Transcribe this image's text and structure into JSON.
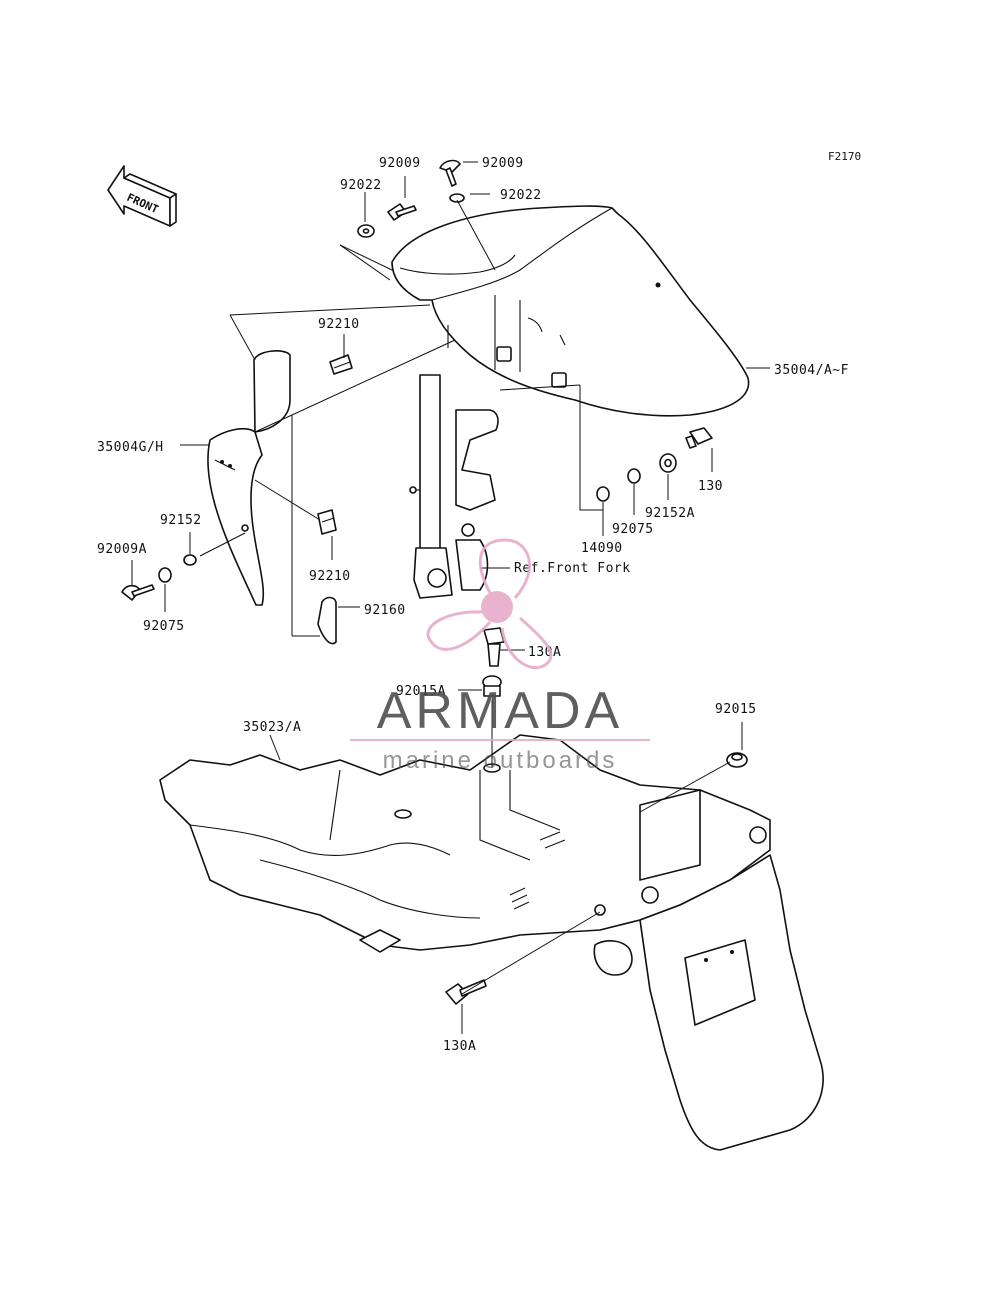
{
  "diagram_code": "F2170",
  "front_badge": "FRONT",
  "labels": {
    "p92009_a": "92009",
    "p92009_b": "92009",
    "p92022_a": "92022",
    "p92022_b": "92022",
    "p92210_top": "92210",
    "p35004af": "35004/A~F",
    "p35004gh": "35004G/H",
    "p130": "130",
    "p92152a": "92152A",
    "p92075_right": "92075",
    "p14090": "14090",
    "p92152": "92152",
    "p92009a": "92009A",
    "p92075_left": "92075",
    "p92210_bottom": "92210",
    "p92160": "92160",
    "ref_front_fork": "Ref.Front Fork",
    "p130a_top": "130A",
    "p92015a": "92015A",
    "p35023a": "35023/A",
    "p92015": "92015",
    "p130a_bottom": "130A"
  },
  "watermark": {
    "brand": "ARMADA",
    "tagline": "marine outboards",
    "color": "#e6a9c8",
    "text_color": "#4a4a4a"
  }
}
